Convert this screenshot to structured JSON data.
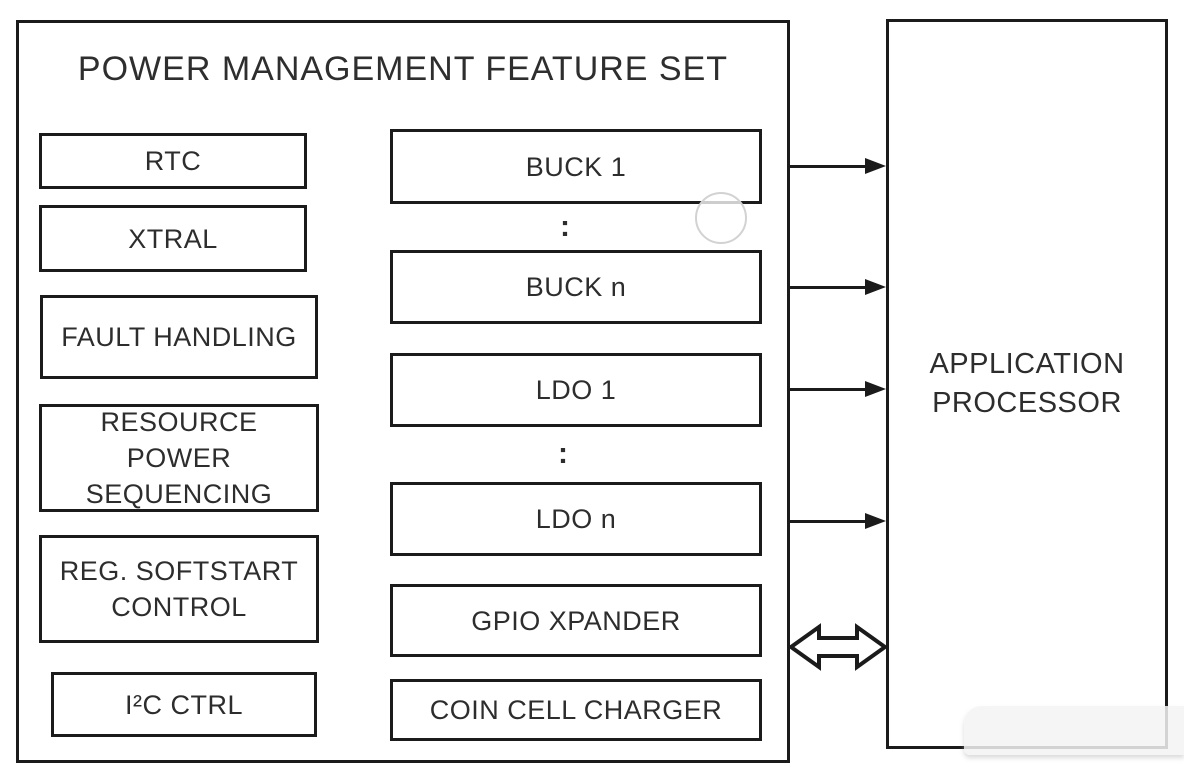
{
  "pmic": {
    "title": "POWER MANAGEMENT FEATURE SET",
    "feature_blocks": [
      "RTC",
      "XTRAL",
      "FAULT HANDLING",
      "RESOURCE POWER SEQUENCING",
      "REG. SOFTSTART CONTROL",
      "I²C CTRL"
    ],
    "rail_blocks": [
      "BUCK 1",
      "BUCK n",
      "LDO 1",
      "LDO n",
      "GPIO XPANDER",
      "COIN CELL CHARGER"
    ],
    "ellipsis": ":"
  },
  "processor": {
    "label": "APPLICATION PROCESSOR"
  },
  "connections": {
    "unidirectional_count": 4,
    "bidirectional_count": 1
  },
  "colors": {
    "line": "#1b1b1b",
    "text": "#2d2d2d",
    "background": "#ffffff",
    "watermark": "#d2d2d2"
  }
}
